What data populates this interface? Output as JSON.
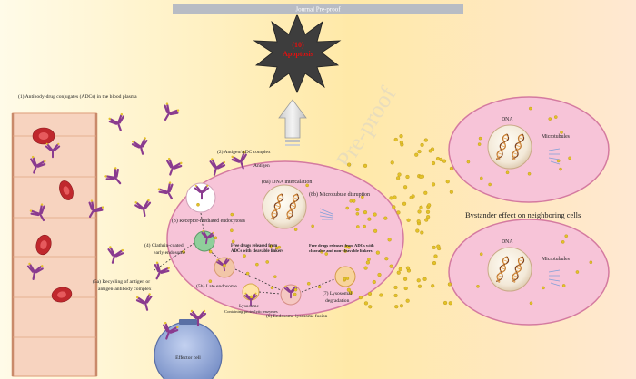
{
  "banner": {
    "text": "Journal Pre-proof"
  },
  "watermark": {
    "text": "Journal Pre-proof"
  },
  "apoptosis": {
    "step": "(10)",
    "label": "Apoptosis"
  },
  "labels": {
    "step1": "(1) Antibody-drug conjugates (ADCs) in the blood plasma",
    "step2": "(2) Antigen/ADC complex",
    "antigen": "Antigen",
    "step3": "(3) Receptor-mediated endocytosis",
    "step4a": "(4) Clathrin-coated",
    "step4b": "early endosome",
    "step5a_1": "(5a) Recycling of antigen or",
    "step5a_2": "antigen-antibody complex",
    "step5b": "(5b) Late endosome",
    "lysosome1": "Lysosome",
    "lysosome2": "Containing proteolytic enzymes",
    "step6": "(6) Endosome-lysosome fusion",
    "step7a": "(7) Lysosomal",
    "step7b": "degradation",
    "step8a": "(8a) DNA intercalation",
    "step8b": "(8b) Microtubule disruption",
    "free1_1": "Free drugs released from",
    "free1_2": "ADCs with cleavable linkers",
    "free2_1": "Free drugs released from ADCs with",
    "free2_2": "cleavable and non-cleavable linkers",
    "bystander": "Bystander effect on neighboring cells",
    "dna_top": "DNA",
    "micro_top": "Microtubules",
    "dna_bottom": "DNA",
    "micro_bottom": "Microtubules",
    "effector": "Effector cell"
  },
  "colors": {
    "cell_fill": "#f7c4d8",
    "cell_stroke": "#d47aa0",
    "vessel": "#f4c9b0",
    "rbc": "#c0282d",
    "antibody": "#8a3b8f",
    "payload": "#e3c229",
    "star": "#3d3d3d",
    "apoptosis_text": "#e01010",
    "effector": "#8fa5d4"
  }
}
